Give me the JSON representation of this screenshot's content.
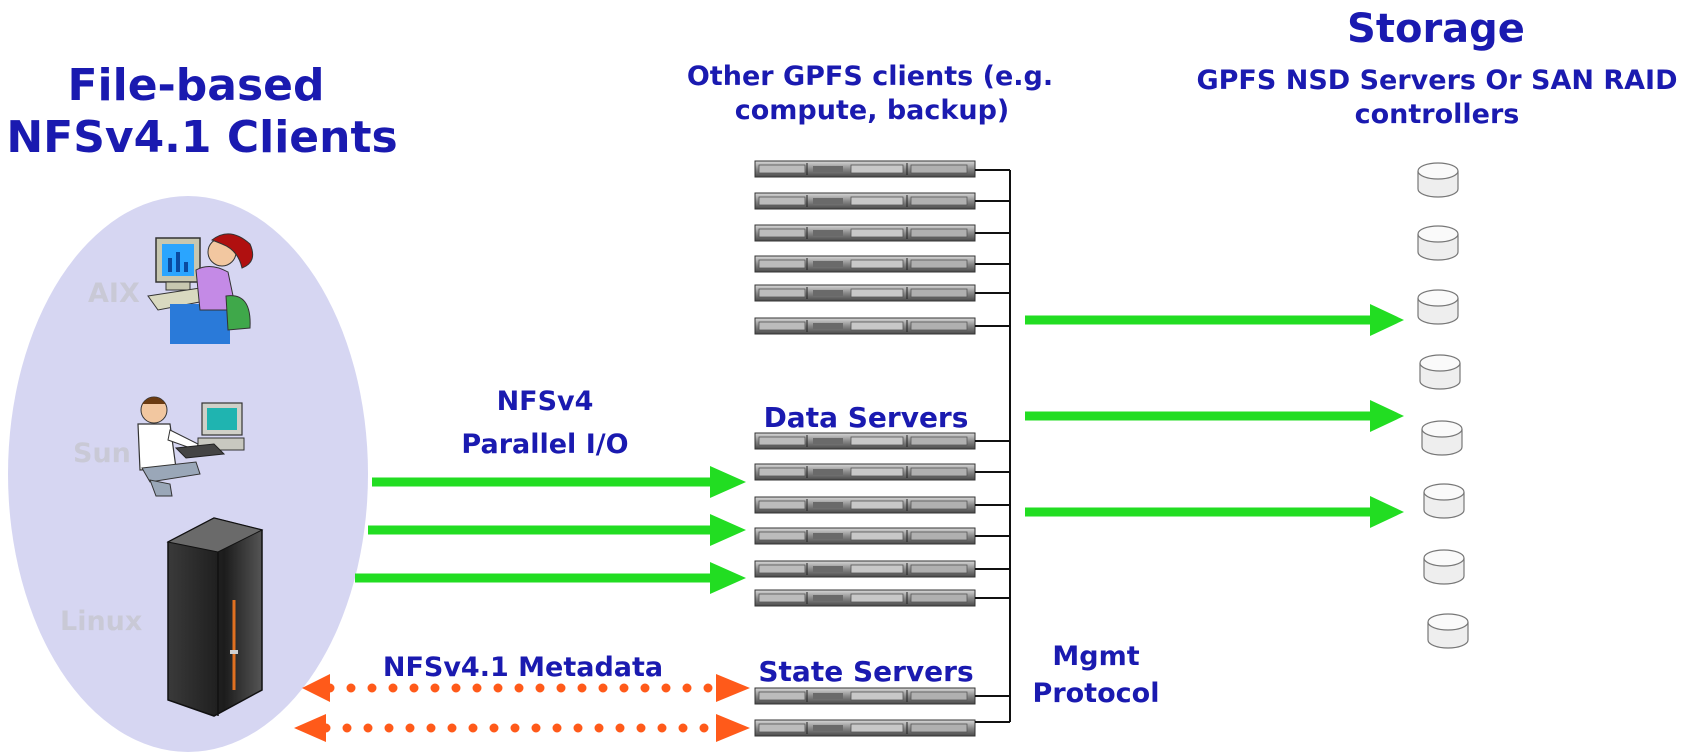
{
  "clients": {
    "title_line1": "File-based",
    "title_line2": "NFSv4.1 Clients",
    "os": [
      "AIX",
      "Sun",
      "Linux"
    ]
  },
  "other_clients": {
    "line1": "Other GPFS clients (e.g.",
    "line2": "compute, backup)"
  },
  "storage": {
    "title": "Storage",
    "subtitle_line1": "GPFS NSD Servers Or SAN RAID",
    "subtitle_line2": "controllers"
  },
  "parallel_io": {
    "line1": "NFSv4",
    "line2": "Parallel I/O"
  },
  "data_servers_label": "Data Servers",
  "state_servers_label": "State Servers",
  "metadata_label": "NFSv4.1 Metadata",
  "mgmt": {
    "line1": "Mgmt",
    "line2": "Protocol"
  },
  "colors": {
    "text": "#1a1ab0",
    "data_arrow": "#22dd22",
    "metadata_arrow": "#ff5a1a",
    "client_ellipse": "#d6d6f2"
  }
}
